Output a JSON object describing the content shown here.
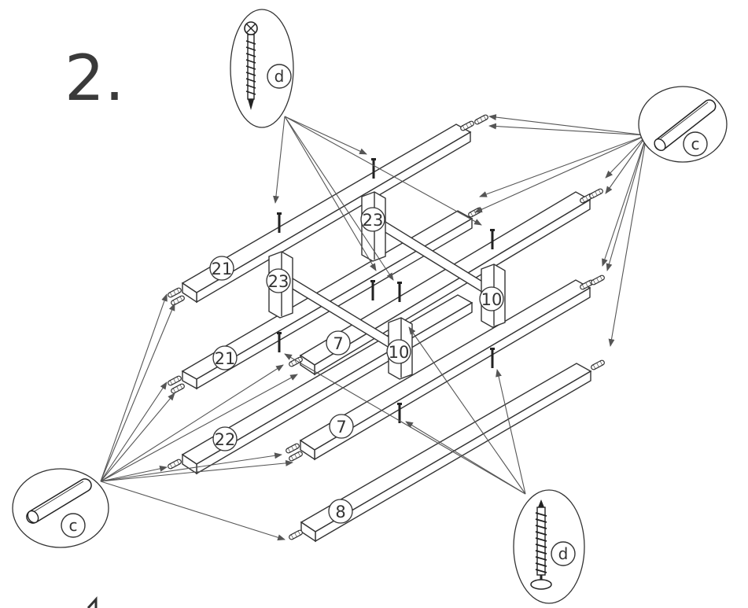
{
  "step_number": "2.",
  "hardware_callouts": [
    {
      "id": "d-top",
      "letter": "d",
      "icon": "screw-icon"
    },
    {
      "id": "c-right",
      "letter": "c",
      "icon": "dowel-icon"
    },
    {
      "id": "c-left",
      "letter": "c",
      "icon": "dowel-icon"
    },
    {
      "id": "d-bottom",
      "letter": "d",
      "icon": "screw-icon"
    }
  ],
  "part_labels": {
    "p21a": "21",
    "p21b": "21",
    "p22": "22",
    "p23a": "23",
    "p23b": "23",
    "p10a": "10",
    "p10b": "10",
    "p7a": "7",
    "p7b": "7",
    "p8": "8"
  },
  "colors": {
    "line": "#333333",
    "fill": "#ffffff",
    "arrow": "#555555"
  }
}
